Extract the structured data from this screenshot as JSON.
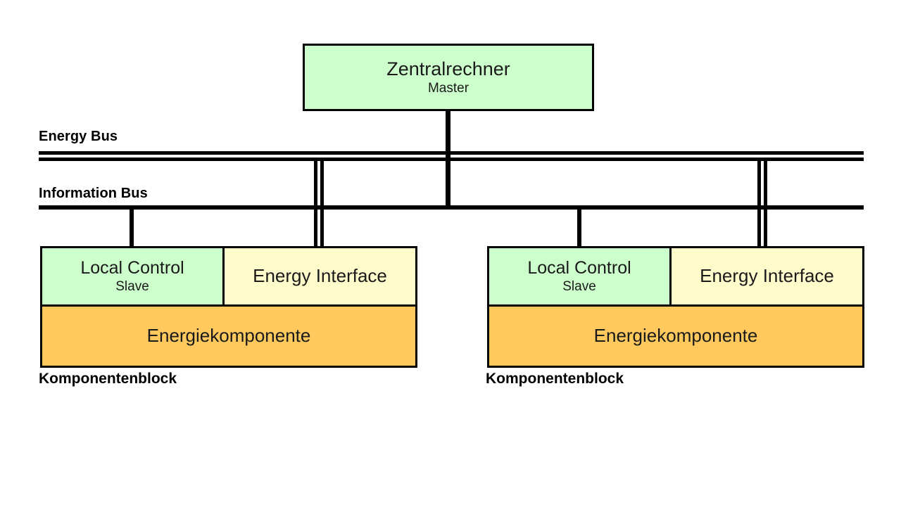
{
  "diagram": {
    "title_context": "Energy system architecture diagram",
    "central_unit": {
      "name": "Zentralrechner",
      "role": "Master",
      "fill": "#ccffcc"
    },
    "buses": [
      {
        "id": "energy-bus",
        "label": "Energy Bus",
        "style": "double-line"
      },
      {
        "id": "information-bus",
        "label": "Information Bus",
        "style": "single-line"
      }
    ],
    "component_blocks": [
      {
        "id": "left",
        "caption": "Komponentenblock",
        "local_control": {
          "name": "Local Control",
          "role": "Slave",
          "fill": "#ccffcc"
        },
        "energy_interface": {
          "name": "Energy Interface",
          "fill": "#fffccc"
        },
        "energy_component": {
          "name": "Energiekomponente",
          "fill": "#ffc95e"
        }
      },
      {
        "id": "right",
        "caption": "Komponentenblock",
        "local_control": {
          "name": "Local Control",
          "role": "Slave",
          "fill": "#ccffcc"
        },
        "energy_interface": {
          "name": "Energy Interface",
          "fill": "#fffccc"
        },
        "energy_component": {
          "name": "Energiekomponente",
          "fill": "#ffc95e"
        }
      }
    ],
    "colors": {
      "green": "#ccffcc",
      "yellow": "#fffccc",
      "orange": "#ffc95e",
      "line": "#000000",
      "background": "#ffffff"
    }
  }
}
